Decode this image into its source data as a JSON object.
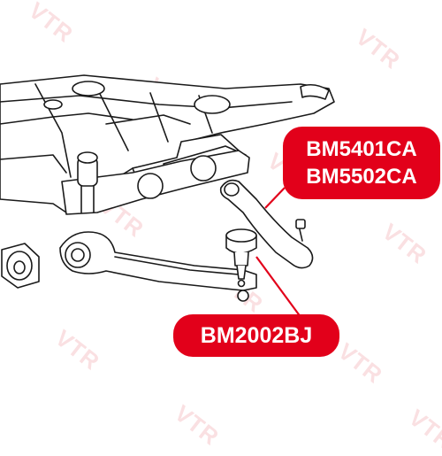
{
  "watermark": {
    "text": "VTR",
    "color": "#de3c48"
  },
  "callouts": {
    "upper": {
      "line1": "BM5401CA",
      "line2": "BM5502CA"
    },
    "lower": {
      "label": "BM2002BJ"
    }
  },
  "colors": {
    "accent": "#e2001a",
    "label_text": "#ffffff",
    "line_art": "#1a1a1a"
  }
}
